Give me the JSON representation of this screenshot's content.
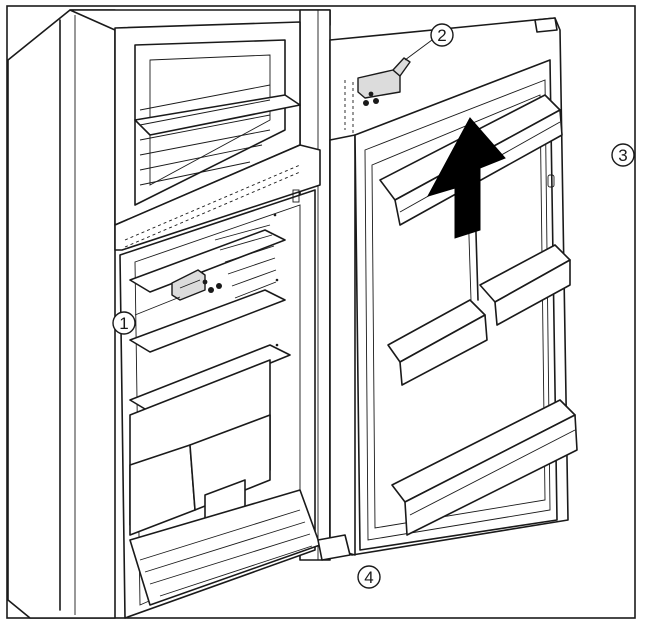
{
  "callouts": [
    {
      "id": "hinge-lower",
      "label": "1"
    },
    {
      "id": "hinge-upper",
      "label": "2"
    },
    {
      "id": "door-side",
      "label": "3"
    },
    {
      "id": "door-bottom",
      "label": "4"
    }
  ],
  "colors": {
    "ink": "#1a1a1a",
    "background": "#ffffff",
    "arrow_fill": "#000000",
    "shade": "#dcdcdc"
  },
  "icons": [
    "lift-arrow-icon",
    "hinge-bracket-icon",
    "screw-icon"
  ]
}
